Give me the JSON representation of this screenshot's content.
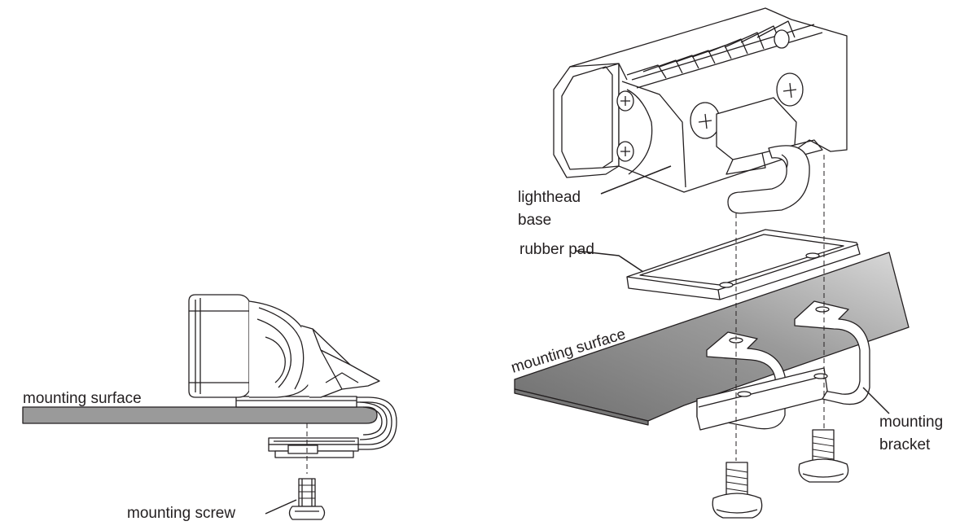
{
  "labels": {
    "side_mounting_surface": "mounting surface",
    "side_mounting_screw": "mounting screw",
    "lighthead_line1": "lighthead",
    "lighthead_line2": "base",
    "rubber_pad": "rubber pad",
    "iso_mounting_surface": "mounting surface",
    "bracket_line1": "mounting",
    "bracket_line2": "bracket"
  },
  "colors": {
    "ink": "#231f20",
    "surface_fill": "#9a9a9a",
    "surface_gradient_light": "#d6d6d6"
  }
}
